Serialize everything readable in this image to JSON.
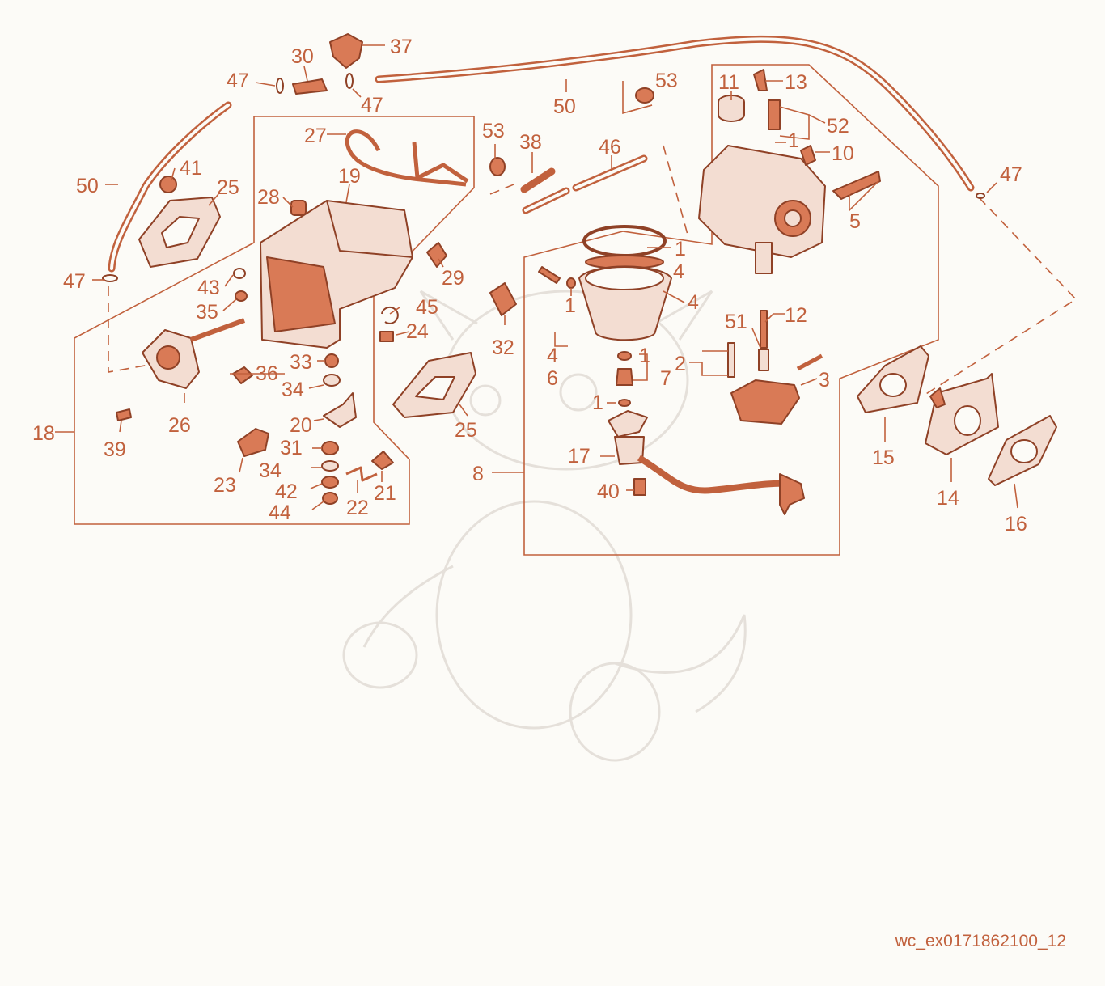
{
  "diagram": {
    "colors": {
      "ink": "#c1613d",
      "fill": "#d97a56",
      "dark": "#8f4126",
      "light": "#f3ddd2",
      "background": "#fcfbf7",
      "watermark": "#e5e0da"
    },
    "reference": "wc_ex0171862100_12",
    "labels": [
      {
        "id": "l37",
        "text": "37"
      },
      {
        "id": "l30",
        "text": "30"
      },
      {
        "id": "l47a",
        "text": "47"
      },
      {
        "id": "l47b",
        "text": "47"
      },
      {
        "id": "l50a",
        "text": "50"
      },
      {
        "id": "l53a",
        "text": "53"
      },
      {
        "id": "l11",
        "text": "11"
      },
      {
        "id": "l13",
        "text": "13"
      },
      {
        "id": "l52",
        "text": "52"
      },
      {
        "id": "l1a",
        "text": "1"
      },
      {
        "id": "l10",
        "text": "10"
      },
      {
        "id": "l47c",
        "text": "47"
      },
      {
        "id": "l5",
        "text": "5"
      },
      {
        "id": "l27",
        "text": "27"
      },
      {
        "id": "l53b",
        "text": "53"
      },
      {
        "id": "l38",
        "text": "38"
      },
      {
        "id": "l46",
        "text": "46"
      },
      {
        "id": "l41",
        "text": "41"
      },
      {
        "id": "l50b",
        "text": "50"
      },
      {
        "id": "l25a",
        "text": "25"
      },
      {
        "id": "l19",
        "text": "19"
      },
      {
        "id": "l28",
        "text": "28"
      },
      {
        "id": "l1b",
        "text": "1"
      },
      {
        "id": "l4a",
        "text": "4"
      },
      {
        "id": "l4b",
        "text": "4"
      },
      {
        "id": "l29",
        "text": "29"
      },
      {
        "id": "l47d",
        "text": "47"
      },
      {
        "id": "l43",
        "text": "43"
      },
      {
        "id": "l35",
        "text": "35"
      },
      {
        "id": "l1c",
        "text": "1"
      },
      {
        "id": "l45",
        "text": "45"
      },
      {
        "id": "l24",
        "text": "24"
      },
      {
        "id": "l32",
        "text": "32"
      },
      {
        "id": "l12",
        "text": "12"
      },
      {
        "id": "l51",
        "text": "51"
      },
      {
        "id": "l4c",
        "text": "4"
      },
      {
        "id": "l1d",
        "text": "1"
      },
      {
        "id": "l2",
        "text": "2"
      },
      {
        "id": "l7",
        "text": "7"
      },
      {
        "id": "l3",
        "text": "3"
      },
      {
        "id": "l33",
        "text": "33"
      },
      {
        "id": "l36",
        "text": "36"
      },
      {
        "id": "l34a",
        "text": "34"
      },
      {
        "id": "l6",
        "text": "6"
      },
      {
        "id": "l1e",
        "text": "1"
      },
      {
        "id": "l26",
        "text": "26"
      },
      {
        "id": "l39",
        "text": "39"
      },
      {
        "id": "l18",
        "text": "18"
      },
      {
        "id": "l20",
        "text": "20"
      },
      {
        "id": "l25b",
        "text": "25"
      },
      {
        "id": "l31",
        "text": "31"
      },
      {
        "id": "l17",
        "text": "17"
      },
      {
        "id": "l8",
        "text": "8"
      },
      {
        "id": "l15",
        "text": "15"
      },
      {
        "id": "l23",
        "text": "23"
      },
      {
        "id": "l34b",
        "text": "34"
      },
      {
        "id": "l42",
        "text": "42"
      },
      {
        "id": "l21",
        "text": "21"
      },
      {
        "id": "l22",
        "text": "22"
      },
      {
        "id": "l40",
        "text": "40"
      },
      {
        "id": "l14",
        "text": "14"
      },
      {
        "id": "l44",
        "text": "44"
      },
      {
        "id": "l16",
        "text": "16"
      }
    ]
  }
}
